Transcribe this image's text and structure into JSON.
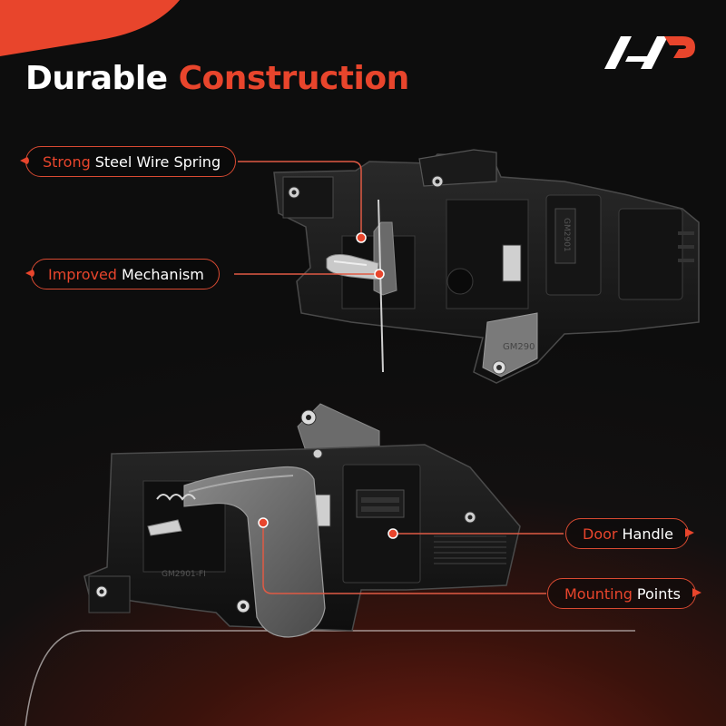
{
  "headline": {
    "word1": "Durable",
    "word2": "Construction"
  },
  "callouts": {
    "spring": {
      "accent": "Strong",
      "rest": "Steel Wire Spring"
    },
    "mechanism": {
      "accent": "Improved",
      "rest": "Mechanism"
    },
    "handle": {
      "accent": "Door",
      "rest": "Handle"
    },
    "mounting": {
      "accent": "Mounting",
      "rest": "Points"
    }
  },
  "product_markings": {
    "top_part_code_1": "GM2901",
    "top_part_code_2": "GM290",
    "bottom_part_code": "GM2901-FI"
  },
  "colors": {
    "accent": "#e8452c",
    "background": "#0d0d0d",
    "text": "#ffffff"
  },
  "icons": {
    "logo": "brand-logo-icon"
  }
}
